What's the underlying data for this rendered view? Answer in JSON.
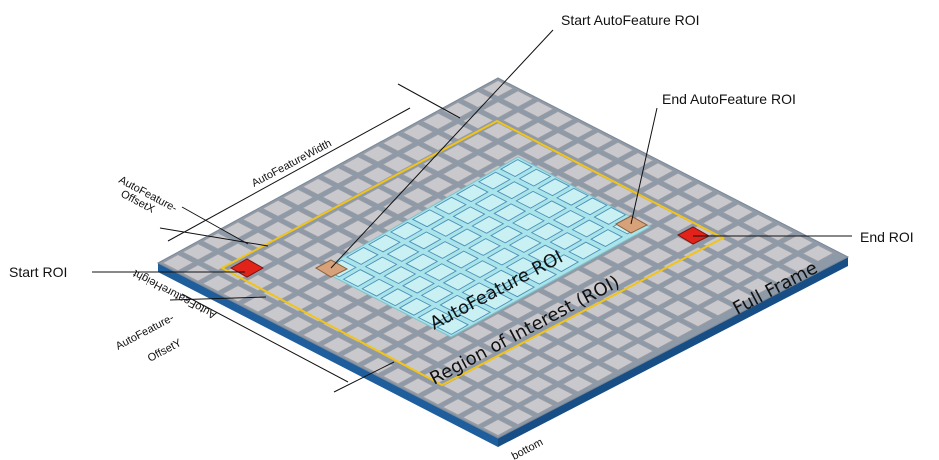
{
  "labels": {
    "start_autofeature_roi": "Start AutoFeature ROI",
    "end_autofeature_roi": "End AutoFeature ROI",
    "start_roi": "Start ROI",
    "end_roi": "End ROI",
    "autofeature_width": "AutoFeatureWidth",
    "autofeature_offsetx_1": "AutoFeature-",
    "autofeature_offsetx_2": "OffsetX",
    "autofeature_offsety_1": "AutoFeature-",
    "autofeature_offsety_2": "OffsetY",
    "autofeature_height": "AutoFeatureHeight",
    "autofeature_roi": "AutoFeature ROI",
    "region_of_interest": "Region of Interest (ROI)",
    "full_frame": "Full Frame",
    "bottom": "bottom"
  },
  "colors": {
    "frame_fill": "#8e9aa8",
    "pixel_cell": "#c9c9cd",
    "pixel_cell_shade": "#9d9da3",
    "frame_edge": "#1f5e9c",
    "roi_outline": "#f2c418",
    "autofeature_fill": "#a9e4ea",
    "autofeature_cell": "#c9f1f4",
    "start_roi_marker": "#e2231a",
    "autofeature_marker": "#d7a27a"
  },
  "grid": {
    "columns": 17,
    "rows": 17
  }
}
